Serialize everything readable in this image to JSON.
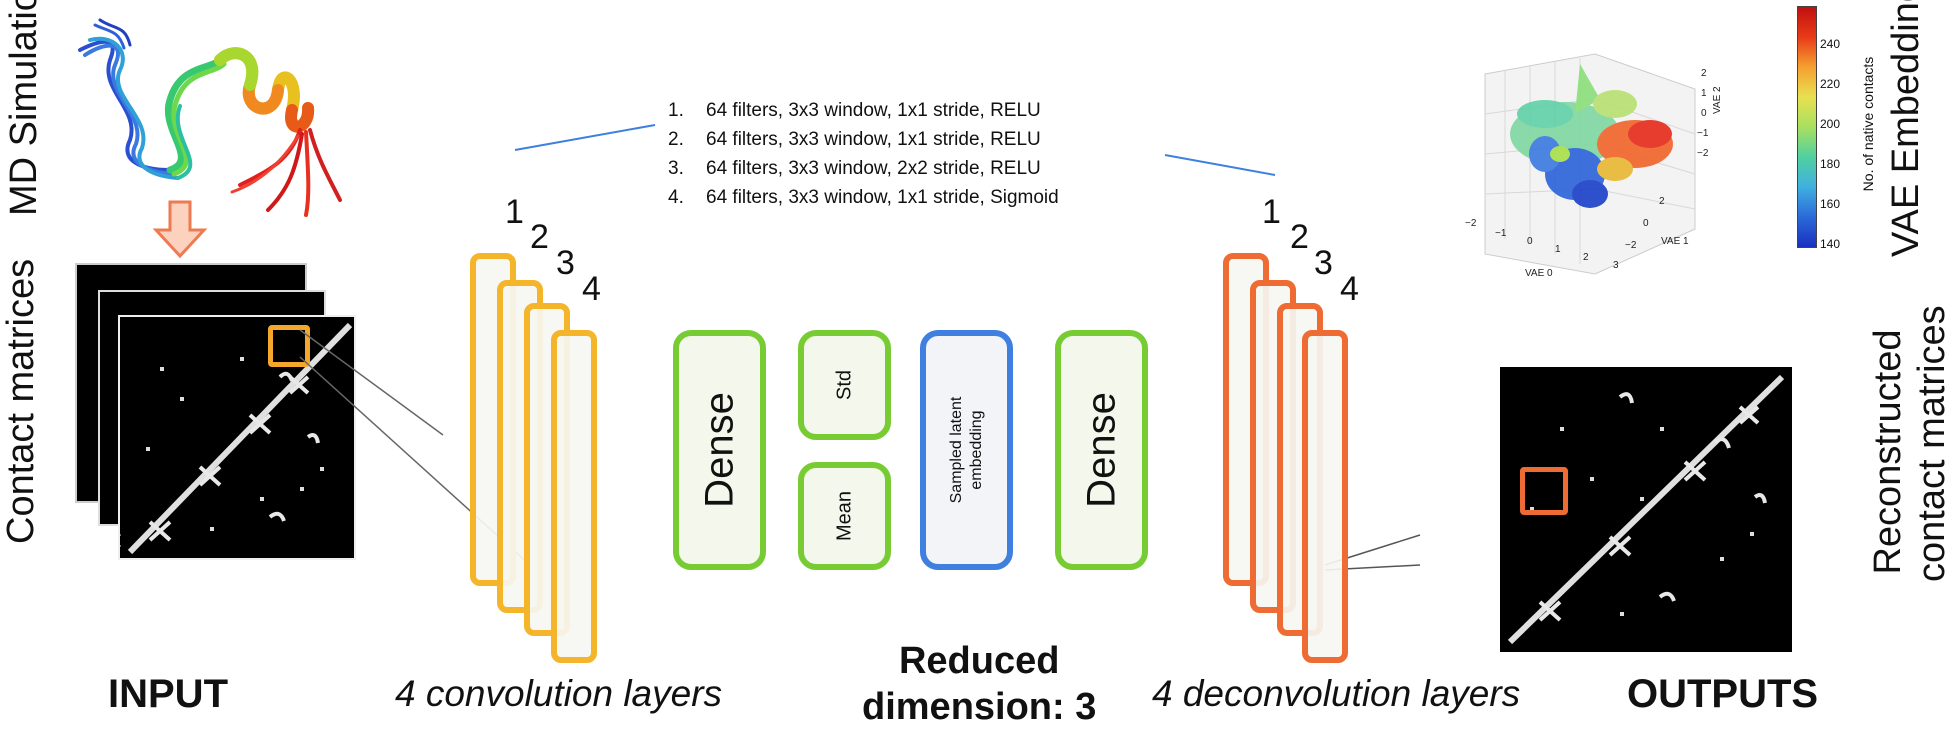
{
  "left_labels": {
    "md": "MD Simulations",
    "contact": "Contact matrices"
  },
  "right_labels": {
    "vae": "VAE Embedding",
    "recon_line1": "Reconstructed",
    "recon_line2": "contact matrices"
  },
  "bottom": {
    "input": "INPUT",
    "conv": "4 convolution layers",
    "reduced_line1": "Reduced",
    "reduced_line2": "dimension: 3",
    "deconv": "4 deconvolution layers",
    "outputs": "OUTPUTS"
  },
  "layer_numbers": [
    "1",
    "2",
    "3",
    "4"
  ],
  "filters": [
    {
      "n": "1.",
      "text": "64 filters, 3x3 window, 1x1 stride, RELU"
    },
    {
      "n": "2.",
      "text": "64 filters, 3x3 window, 1x1 stride, RELU"
    },
    {
      "n": "3.",
      "text": "64 filters, 3x3 window, 2x2 stride, RELU"
    },
    {
      "n": "4.",
      "text": "64 filters, 3x3 window, 1x1 stride, Sigmoid"
    }
  ],
  "boxes": {
    "dense_left": "Dense",
    "std": "Std",
    "mean": "Mean",
    "latent_line1": "Sampled latent",
    "latent_line2": "embedding",
    "dense_right": "Dense"
  },
  "plot3d": {
    "colorbar_label": "No. of native contacts",
    "colorbar_ticks": [
      "240",
      "220",
      "200",
      "180",
      "160",
      "140"
    ],
    "axis_vae0": "VAE 0",
    "axis_vae1": "VAE 1",
    "axis_vae2": "VAE 2",
    "vae0_ticks": [
      "−2",
      "−1",
      "0",
      "1",
      "2",
      "3"
    ],
    "vae1_ticks": [
      "2",
      "0",
      "−2"
    ],
    "vae2_ticks": [
      "2",
      "1",
      "0",
      "−1",
      "−2"
    ]
  },
  "colors": {
    "green": "#77cc33",
    "blue": "#3f7fe0",
    "conv_orange": "#f4b52a",
    "deconv_orange": "#ee6b33"
  }
}
